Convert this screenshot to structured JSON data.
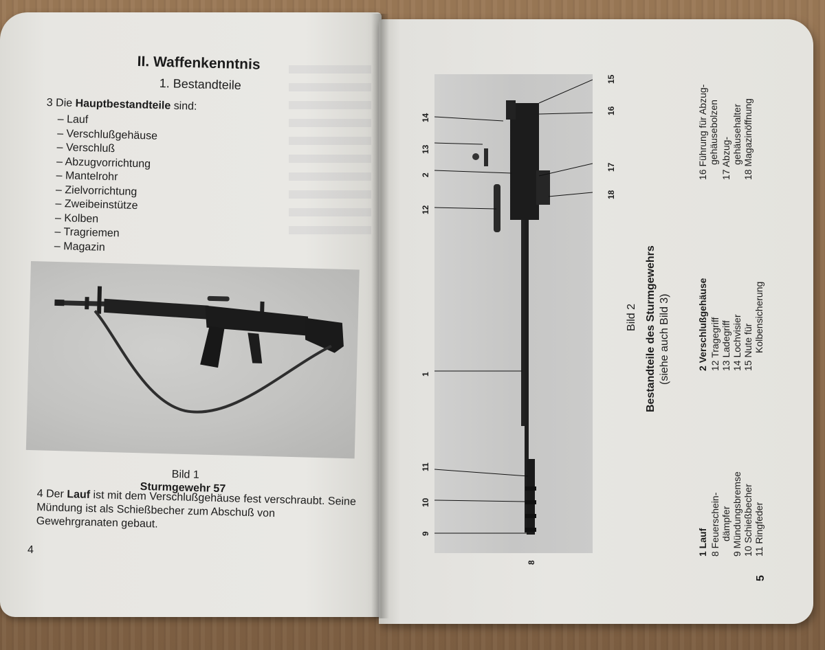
{
  "left_page": {
    "heading": "II. Waffenkenntnis",
    "subheading": "1. Bestandteile",
    "para3": {
      "num": "3",
      "pre": "Die",
      "bold": "Hauptbestandteile",
      "post": "sind:"
    },
    "items": [
      "– Lauf",
      "– Verschlußgehäuse",
      "– Verschluß",
      "– Abzugvorrichtung",
      "– Mantelrohr",
      "– Zielvorrichtung",
      "– Zweibeinstütze",
      "– Kolben",
      "– Tragriemen",
      "– Magazin"
    ],
    "caption_label": "Bild 1",
    "caption_title": "Sturmgewehr 57",
    "para4": {
      "num": "4",
      "pre": "Der",
      "bold": "Lauf",
      "post": "ist mit dem Verschlußgehäuse fest verschraubt. Seine Mündung ist als Schießbecher zum Abschuß von Gewehrgranaten gebaut."
    },
    "page_number": "4"
  },
  "right_page": {
    "callouts_left": [
      "14",
      "13",
      "2",
      "12",
      "1",
      "11",
      "10",
      "9",
      "8"
    ],
    "callouts_right": [
      "15",
      "16",
      "17",
      "18"
    ],
    "caption_label": "Bild 2",
    "caption_title": "Bestandteile des Sturmgewehrs",
    "caption_sub": "(siehe auch Bild 3)",
    "legend_col1": [
      "1 Lauf",
      "8 Feuerschein-",
      "dämpfer",
      "9 Mündungsbremse",
      "10 Schießbecher",
      "11 Ringfeder"
    ],
    "legend_col2": [
      "2 Verschlußgehäuse",
      "12 Tragegriff",
      "13 Ladegriff",
      "14 Lochvisier",
      "15 Nute für",
      "Kolbensicherung"
    ],
    "legend_col3": [
      "16 Führung für Abzug-",
      "gehäusebolzen",
      "17 Abzug-",
      "gehäusehalter",
      "18 Magazinöffnung"
    ],
    "page_number": "5"
  }
}
